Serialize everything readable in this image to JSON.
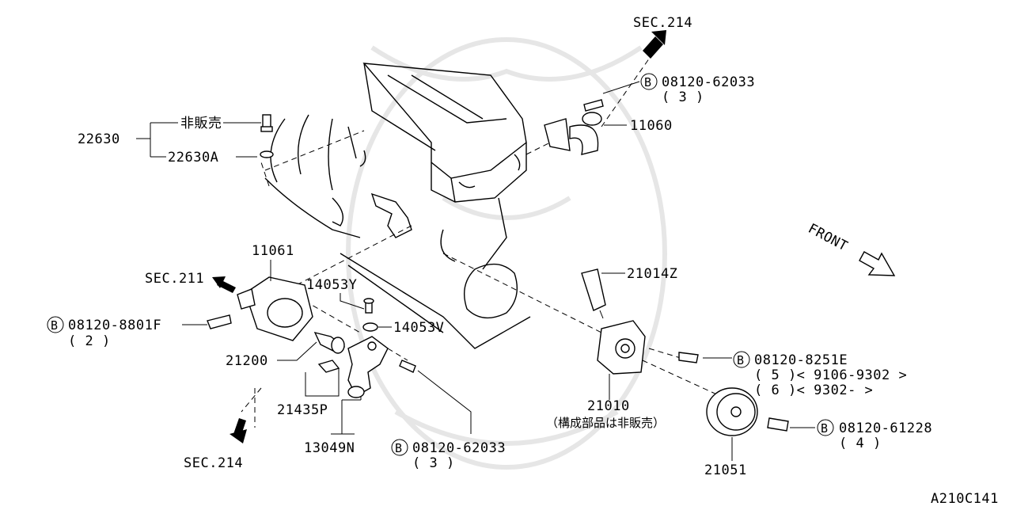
{
  "diagram": {
    "code": "A210C141",
    "labels": {
      "sec214_top": "SEC.214",
      "sec211": "SEC.211",
      "sec214_bottom": "SEC.214",
      "front": "FRONT",
      "p22630": "22630",
      "not_for_sale": "非販売",
      "p22630A": "22630A",
      "p11061": "11061",
      "p11060": "11060",
      "p14053Y": "14053Y",
      "p14053V": "14053V",
      "p21200": "21200",
      "p21435P": "21435P",
      "p13049N": "13049N",
      "p21014Z": "21014Z",
      "p21010": "21010",
      "p21010_note": "（構成部品は非販売）",
      "p21051": "21051"
    },
    "bolts": [
      {
        "id": "b1",
        "marker": "B",
        "part": "08120-62033",
        "qty": "( 3 )"
      },
      {
        "id": "b2",
        "marker": "B",
        "part": "08120-8801F",
        "qty": "( 2 )"
      },
      {
        "id": "b3",
        "marker": "B",
        "part": "08120-62033",
        "qty": "( 3 )"
      },
      {
        "id": "b4",
        "marker": "B",
        "part": "08120-8251E",
        "qty1": "( 5 )< 9106-9302 >",
        "qty2": "( 6 )< 9302-        >"
      },
      {
        "id": "b5",
        "marker": "B",
        "part": "08120-61228",
        "qty": "( 4 )"
      }
    ]
  }
}
